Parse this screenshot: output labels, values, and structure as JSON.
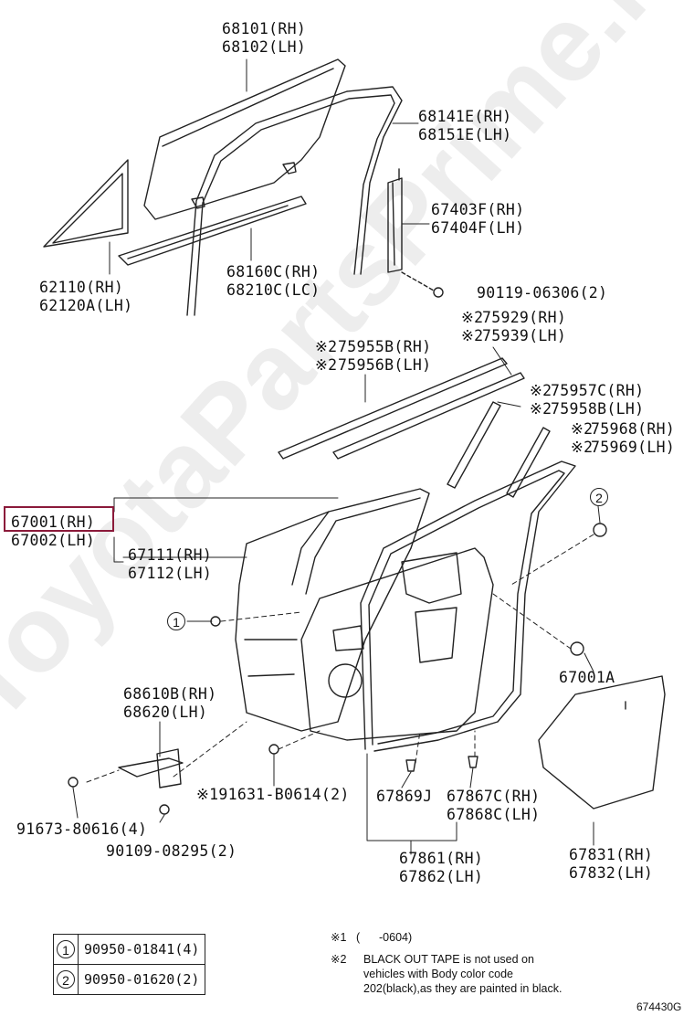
{
  "parts": {
    "glass": "68101(RH)\n68102(LH)",
    "run_channel": "68141E(RH)\n68151E(LH)",
    "frame_trim": "67403F(RH)\n67404F(LH)",
    "bolt_frame": "90119-06306(2)",
    "weatherstrip_belt": "68160C(RH)\n68210C(LC)",
    "quarter_window": "62110(RH)\n62120A(LH)",
    "tape_75929": "75929(RH)\n75939(LH)",
    "tape_75955": "75955B(RH)\n75956B(LH)",
    "tape_75957": "75957C(RH)\n75958B(LH)",
    "tape_75968": "75968(RH)\n75969(LH)",
    "door_panel": "67001(RH)\n67002(LH)",
    "door_seal": "67111(RH)\n67112(LH)",
    "plug_67001a": "67001A",
    "check_assy": "68610B(RH)\n68620(LH)",
    "bolt_91631": "91631-B0614(2)",
    "bolt_91673": "91673-80616(4)",
    "bolt_90109": "90109-08295(2)",
    "clip_67869": "67869J",
    "clip_67867": "67867C(RH)\n67868C(LH)",
    "weatherstrip_door": "67861(RH)\n67862(LH)",
    "service_hole_cover": "67831(RH)\n67832(LH)"
  },
  "marks": {
    "ref1": "※1",
    "ref2": "※2",
    "circle1": "1",
    "circle2": "2"
  },
  "legend": {
    "rows": [
      {
        "mark": "1",
        "part": "90950-01841(4)"
      },
      {
        "mark": "2",
        "part": "90950-01620(2)"
      }
    ]
  },
  "notes": {
    "note1_mark": "※1",
    "note1_text": "(      -0604)",
    "note2_mark": "※2",
    "note2_text": "BLACK OUT TAPE is not used on\nvehicles with Body color code\n202(black),as they are painted in black."
  },
  "diagram_code": "674430G",
  "watermark": "ToyotaPartsPrime.ru",
  "colors": {
    "highlight": "#8b1a3a",
    "line": "#222222"
  }
}
